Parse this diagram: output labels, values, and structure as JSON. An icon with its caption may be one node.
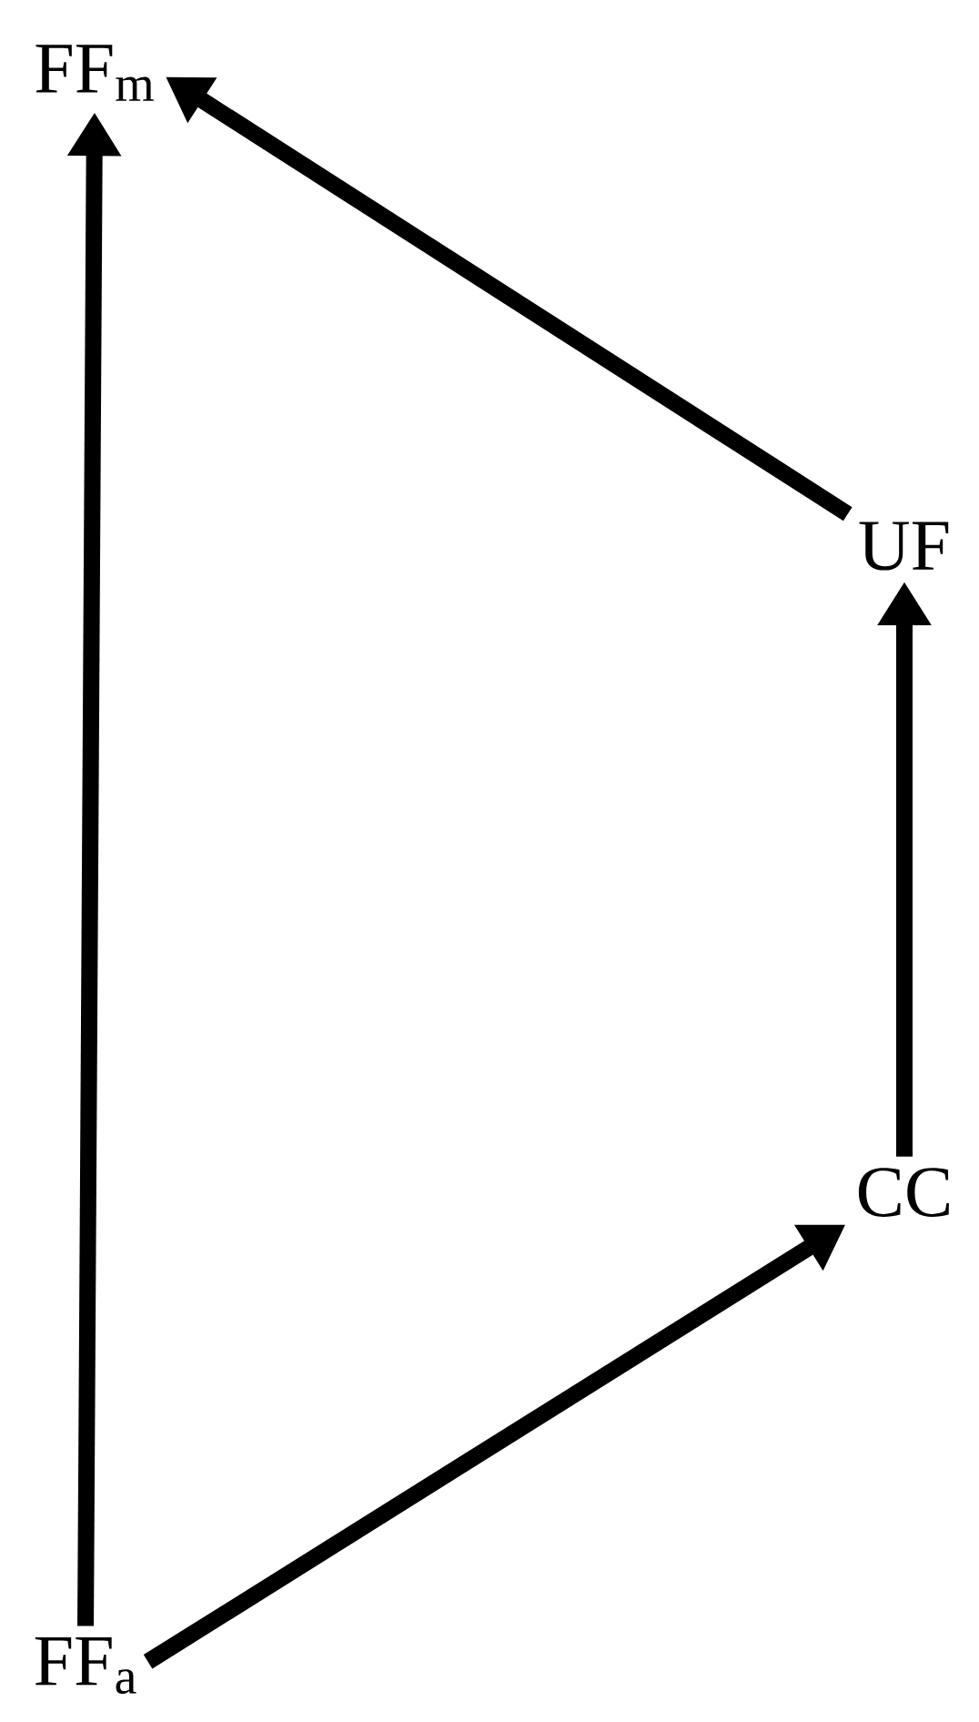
{
  "diagram": {
    "nodes": [
      {
        "text": [
          "FF$_{m}$"
        ]
      },
      {
        "text": [
          "UF"
        ]
      },
      {
        "text": [
          "CC"
        ]
      },
      {
        "text": [
          "FF$_{a}$"
        ]
      }
    ],
    "edges": [
      {
        "from": 3,
        "to": 0,
        "arrow": "to"
      },
      {
        "from": 1,
        "to": 0,
        "arrow": "to"
      },
      {
        "from": 2,
        "to": 1,
        "arrow": "to"
      },
      {
        "from": 3,
        "to": 2,
        "arrow": "to"
      }
    ]
  }
}
